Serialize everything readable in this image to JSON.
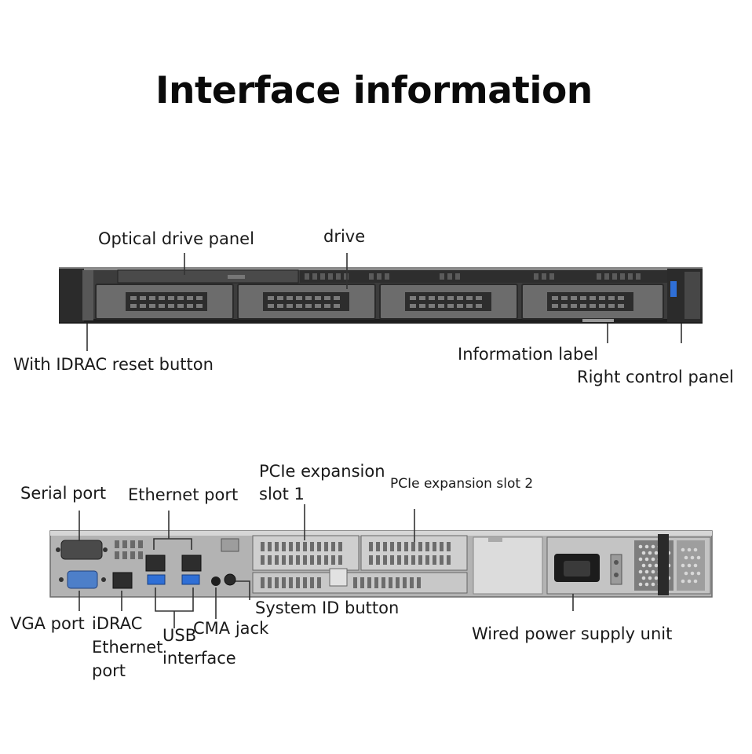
{
  "title": "Interface information",
  "front": {
    "labels": {
      "optical": "Optical drive panel",
      "drive": "drive",
      "idrac_reset": "With IDRAC reset button",
      "info_label": "Information label",
      "right_panel": "Right control panel"
    }
  },
  "rear": {
    "labels": {
      "serial": "Serial port",
      "ethernet": "Ethernet port",
      "pcie1_line1": "PCIe expansion",
      "pcie1_line2": "slot 1",
      "pcie2": "PCIe expansion slot 2",
      "vga": "VGA port",
      "idrac_eth_1": "iDRAC",
      "idrac_eth_2": "Ethernet",
      "idrac_eth_3": "port",
      "usb_1": "USB",
      "usb_2": "interface",
      "cma": "CMA jack",
      "system_id": "System ID button",
      "psu": "Wired power supply unit"
    }
  },
  "colors": {
    "chassis_dark": "#2a2a2a",
    "chassis_mid": "#555555",
    "tray": "#6e6e6e",
    "rear_body": "#b9b9b9",
    "usb_blue": "#2f6fd6",
    "vga_blue": "#4d7fc9"
  }
}
